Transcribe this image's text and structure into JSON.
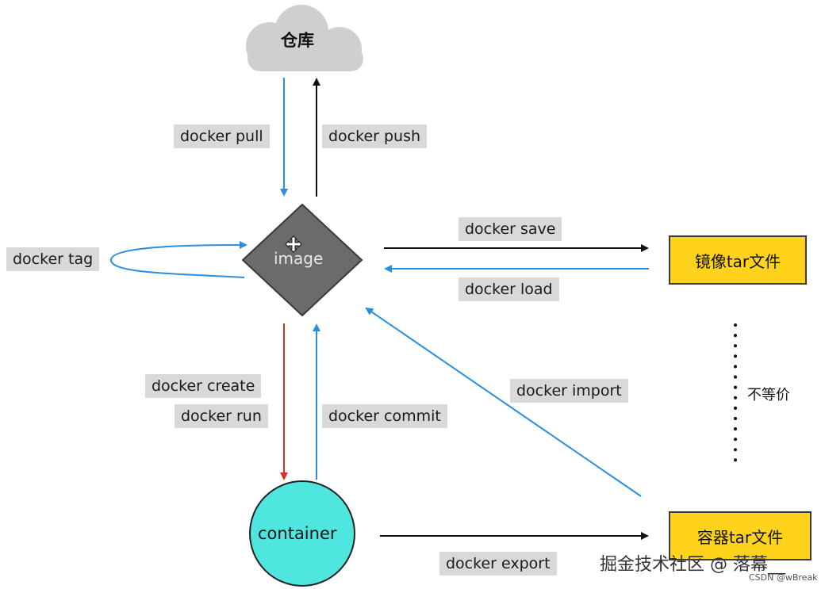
{
  "nodes": {
    "registry": "仓库",
    "image": "image",
    "container": "container",
    "image_tar": "镜像tar文件",
    "container_tar": "容器tar文件",
    "not_equivalent": "不等价"
  },
  "commands": {
    "pull": "docker pull",
    "push": "docker push",
    "tag": "docker tag",
    "save": "docker save",
    "load": "docker load",
    "create": "docker create",
    "run": "docker run",
    "commit": "docker commit",
    "import": "docker import",
    "export": "docker export"
  },
  "watermark": {
    "main": "掘金技术社区 @ 落幕__",
    "sub": "CSDN @wBreak"
  },
  "colors": {
    "blue_arrow": "#2b8fe0",
    "black_arrow": "#111111",
    "red_arrow": "#d9302a",
    "cloud": "#cfcfcf",
    "image_diamond": "#6b6b6b",
    "container_circle": "#4fe6e0",
    "tar_box": "#ffd21c",
    "label_bg": "#d9d9d9"
  }
}
